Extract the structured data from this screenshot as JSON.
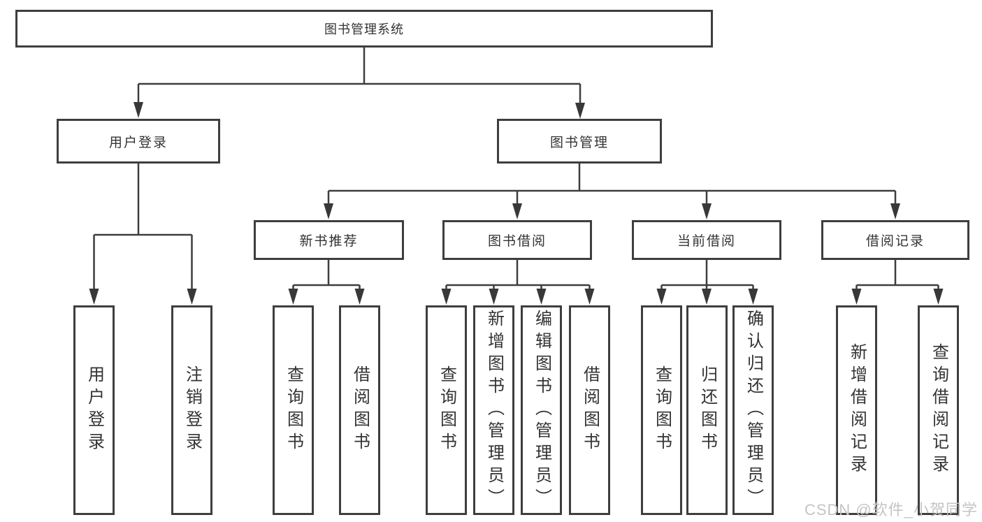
{
  "diagram_title": "图书管理系统",
  "tree": {
    "label": "图书管理系统",
    "children": [
      {
        "label": "用户登录",
        "children": [
          {
            "label": "用户登录"
          },
          {
            "label": "注销登录"
          }
        ]
      },
      {
        "label": "图书管理",
        "children": [
          {
            "label": "新书推荐",
            "children": [
              {
                "label": "查询图书"
              },
              {
                "label": "借阅图书"
              }
            ]
          },
          {
            "label": "图书借阅",
            "children": [
              {
                "label": "查询图书"
              },
              {
                "label": "新增图书（管理员）"
              },
              {
                "label": "编辑图书（管理员）"
              },
              {
                "label": "借阅图书"
              }
            ]
          },
          {
            "label": "当前借阅",
            "children": [
              {
                "label": "查询图书"
              },
              {
                "label": "归还图书"
              },
              {
                "label": "确认归还（管理员）"
              }
            ]
          },
          {
            "label": "借阅记录",
            "children": [
              {
                "label": "新增借阅记录"
              },
              {
                "label": "查询借阅记录"
              }
            ]
          }
        ]
      }
    ]
  },
  "watermark": "CSDN @软件_小贺同学",
  "colors": {
    "line": "#3e3e3e",
    "box_border": "#3e3e3e",
    "text": "#333333",
    "background": "#ffffff",
    "watermark": "#c4c4c4"
  }
}
